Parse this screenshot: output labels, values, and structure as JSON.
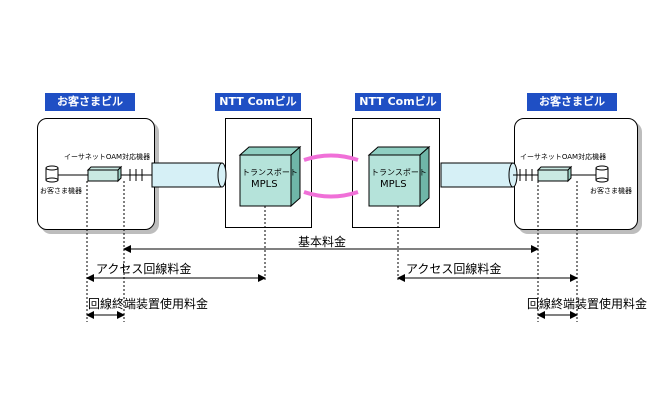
{
  "headers": {
    "customer_building_left": "お客さまビル",
    "ntt_building_left": "NTT Comビル",
    "ntt_building_right": "NTT Comビル",
    "customer_building_right": "お客さまビル"
  },
  "left_site": {
    "device_label": "イーサネットOAM対応機器",
    "equipment_label": "お客さま機器"
  },
  "right_site": {
    "device_label": "イーサネットOAM対応機器",
    "equipment_label": "お客さま機器"
  },
  "transport_left": {
    "line1": "トランスポート",
    "line2": "MPLS"
  },
  "transport_right": {
    "line1": "トランスポート",
    "line2": "MPLS"
  },
  "charges": {
    "basic": "基本料金",
    "access_left": "アクセス回線料金",
    "access_right": "アクセス回線料金",
    "terminal_left": "回線終端装置使用料金",
    "terminal_right": "回線終端装置使用料金"
  },
  "colors": {
    "header_bg": "#1f4fc4",
    "cube_face": "#b5e3da",
    "access_pipe": "#d6f0f6",
    "core_link": "#f070d8"
  }
}
